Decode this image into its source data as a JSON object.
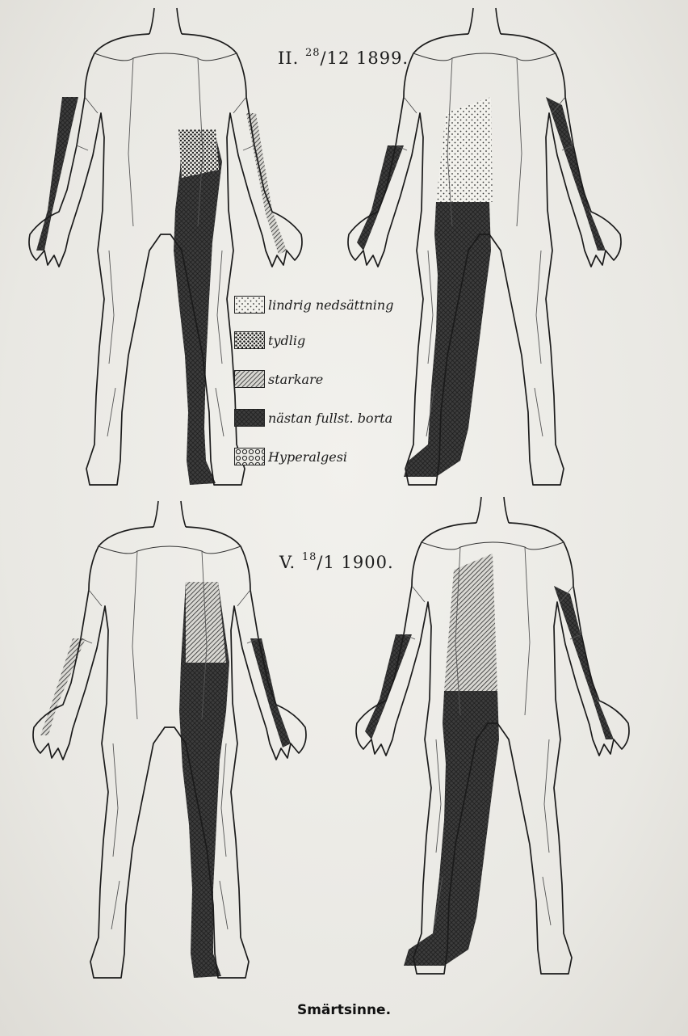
{
  "figure": {
    "top_panel": {
      "roman": "II.",
      "date_num": "28",
      "date_rest": "/12 1899."
    },
    "bottom_panel": {
      "roman": "V.",
      "date_num": "18",
      "date_rest": "/1 1900."
    },
    "legend": [
      {
        "label": "lindrig nedsättning",
        "pattern": "dots-light"
      },
      {
        "label": "tydlig",
        "pattern": "dots-dense"
      },
      {
        "label": "starkare",
        "pattern": "hatch"
      },
      {
        "label": "nästan fullst. borta",
        "pattern": "crosshatch"
      },
      {
        "label": "Hyperalgesi",
        "pattern": "circles"
      }
    ],
    "caption": "Smärtsinne."
  },
  "colors": {
    "paper": "#ecebe6",
    "ink": "#1b1b1b",
    "dark_fill": "#3a3a3a"
  }
}
